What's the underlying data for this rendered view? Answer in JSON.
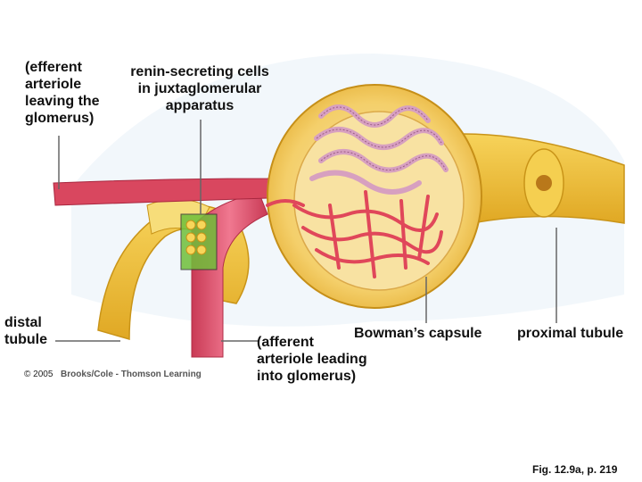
{
  "labels": {
    "efferent": "(efferent\narteriole\nleaving the\nglomerus)",
    "renin": "renin-secreting cells\nin juxtaglomerular\napparatus",
    "distal": "distal\ntubule",
    "bowman": "Bowman’s capsule",
    "proximal": "proximal tubule",
    "afferent": "(afferent\narteriole leading\ninto glomerus)"
  },
  "copyright": "© 2005",
  "credit": "Brooks/Cole - Thomson Learning",
  "figure_ref": "Fig. 12.9a, p. 219",
  "colors": {
    "tubule": "#f2c23a",
    "tubule_dark": "#d9a21e",
    "capsule_inner": "#f6d98a",
    "arteriole": "#d94a62",
    "capillary": "#e0475a",
    "efferent_loops": "#d7a0c0",
    "renin_box": "#6fbf3a"
  }
}
